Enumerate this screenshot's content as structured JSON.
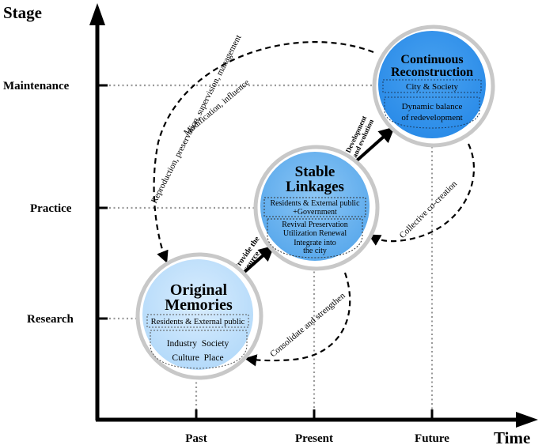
{
  "axes": {
    "y_title": "Stage",
    "x_title": "Time",
    "y_levels": [
      "Research",
      "Practice",
      "Maintenance"
    ],
    "x_periods": [
      "Past",
      "Present",
      "Future"
    ]
  },
  "stages": {
    "original": {
      "title_line1": "Original",
      "title_line2": "Memories",
      "actors": "Residents & External public",
      "elements_line1": "Industry  Society",
      "elements_line2": "Culture  Place"
    },
    "stable": {
      "title_line1": "Stable",
      "title_line2": "Linkages",
      "actors_line1": "Residents & External public",
      "actors_line2": "+Government",
      "actions_line1": "Revival Preservation",
      "actions_line2": "Utilization Renewal",
      "actions_line3": "Integrate into",
      "actions_line4": "the city"
    },
    "continuous": {
      "title_line1": "Continuous",
      "title_line2": "Reconstruction",
      "actors": "City & Society",
      "goal_line1": "Dynamic balance",
      "goal_line2": "of redevelopment"
    }
  },
  "arrows": {
    "provide_line1": "Provide the",
    "provide_line2": "source",
    "development_line1": "Development",
    "development_line2": "and evolution",
    "outer_loop": "Reproduction, preservation, supervision, management",
    "inner_loop": "Modification, influence",
    "collective": "Collective co-creation",
    "consolidate": "Consolidate and strengthen"
  },
  "colors": {
    "axis": "#000000",
    "guide": "#9a9a9a",
    "circle_light": "#bfe0fb",
    "circle_mid": "#6fb4ef",
    "circle_deep": "#2e90ec",
    "ring": "#c8c8c8"
  }
}
